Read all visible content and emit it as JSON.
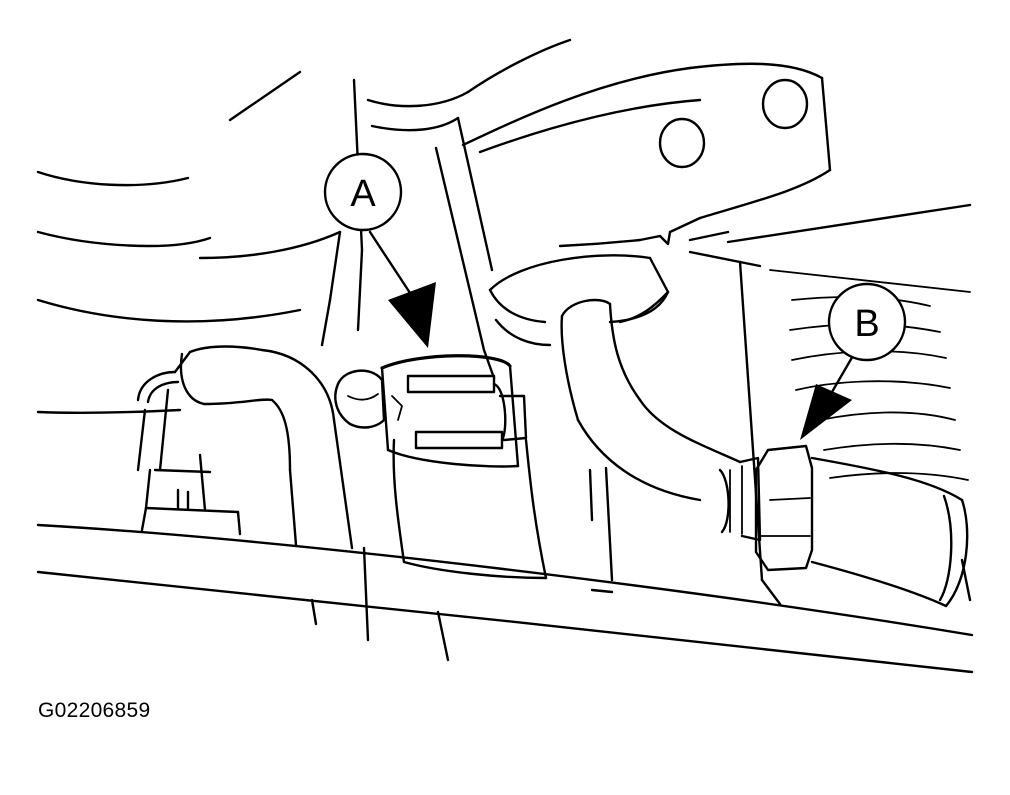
{
  "callouts": {
    "a": {
      "label": "A"
    },
    "b": {
      "label": "B"
    }
  },
  "figure": {
    "id": "G02206859"
  },
  "colors": {
    "ink": "#000000",
    "paper": "#ffffff"
  }
}
